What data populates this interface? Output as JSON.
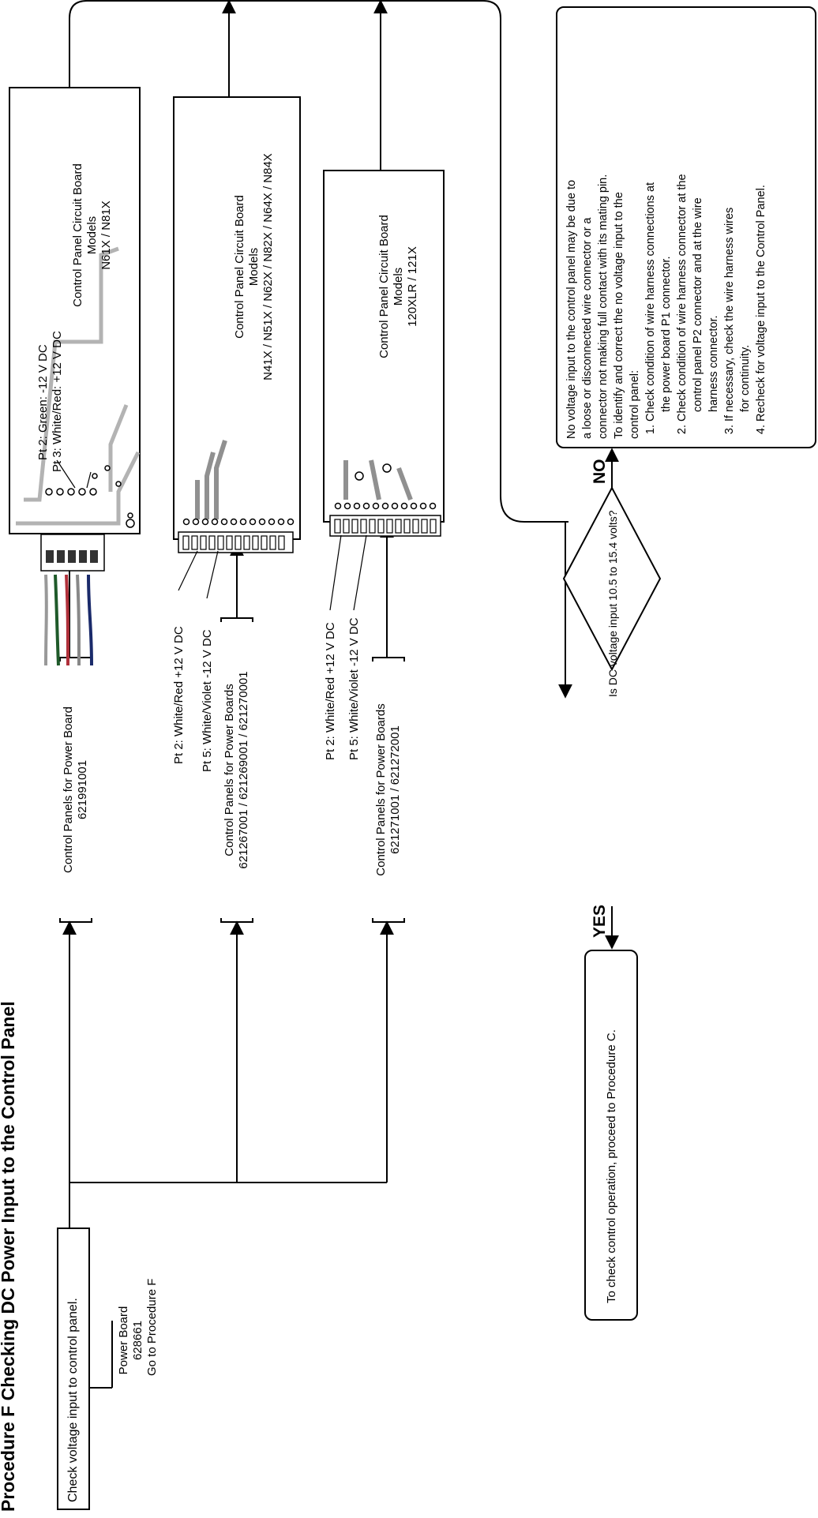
{
  "title": "Procedure F Checking DC Power Input to the Control Panel",
  "start_box": "Check voltage input to control panel.",
  "power_board_ref": [
    "Power Board",
    "628661",
    "Go to Procedure F"
  ],
  "panel_groups": [
    {
      "title": "Control Panels for Power Board",
      "numbers": "621991001"
    },
    {
      "title": "Control Panels for Power Boards",
      "numbers": "621267001 / 621269001 / 621270001"
    },
    {
      "title": "Control Panels for Power Boards",
      "numbers": "621271001 / 621272001"
    }
  ],
  "boards": [
    {
      "title": "Control Panel Circuit Board",
      "models_label": "Models",
      "models": "N61X / N81X"
    },
    {
      "title": "Control Panel Circuit Board",
      "models_label": "Models",
      "models": "N41X / N51X / N62X / N82X / N64X / N84X"
    },
    {
      "title": "Control Panel Circuit Board",
      "models_label": "Models",
      "models": "120XLR / 121X"
    }
  ],
  "pin_labels": {
    "board1": [
      "Pt 2: Green: -12 V DC",
      "Pt 3: White/Red: +12 V DC"
    ],
    "board2": [
      "Pt 2: White/Red +12 V DC",
      "Pt 5: White/Violet -12 V DC"
    ],
    "board3": [
      "Pt 2: White/Red +12 V DC",
      "Pt 5: White/Violet -12 V DC"
    ]
  },
  "decision": "Is DC voltage input 10.5 to 15.4 volts?",
  "yes_label": "YES",
  "no_label": "NO",
  "yes_action": "To check control operation, proceed to Procedure C.",
  "no_note": {
    "intro": [
      "No voltage input to the control panel may be due to",
      "a loose or disconnected wire connector or a",
      "connector not making full contact with its mating pin.",
      "To identify and correct the no voltage input to the",
      "control panel:"
    ],
    "steps": [
      [
        "Check condition of wire harness connections at",
        "the power board P1 connector."
      ],
      [
        "Check condition of wire harness connector at the",
        "control panel P2 connector and at the wire",
        "harness connector."
      ],
      [
        "If necessary, check the wire harness wires",
        "for continuity."
      ],
      [
        "Recheck for voltage input to the Control Panel."
      ]
    ]
  },
  "colors": {
    "line": "#000000",
    "trace": "#b3b3b3",
    "wire_green": "#1f5a2a",
    "wire_red": "#b0303a",
    "wire_blue": "#1a2a6a"
  }
}
